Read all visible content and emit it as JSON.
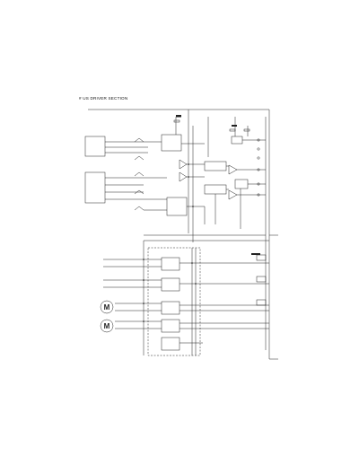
{
  "page": {
    "section_title": "# US DRIVER SECTION"
  },
  "diagram": {
    "blocks": [
      {
        "id": "b1",
        "kind": "ic"
      },
      {
        "id": "b2",
        "kind": "ic"
      },
      {
        "id": "b3",
        "kind": "ic"
      },
      {
        "id": "b4",
        "kind": "ic"
      },
      {
        "id": "b5",
        "kind": "driver"
      },
      {
        "id": "b6",
        "kind": "driver"
      },
      {
        "id": "b7",
        "kind": "driver"
      },
      {
        "id": "b8",
        "kind": "driver"
      },
      {
        "id": "b9",
        "kind": "driver"
      }
    ],
    "motors": [
      {
        "id": "m1",
        "symbol": "M"
      },
      {
        "id": "m2",
        "symbol": "M"
      }
    ]
  }
}
